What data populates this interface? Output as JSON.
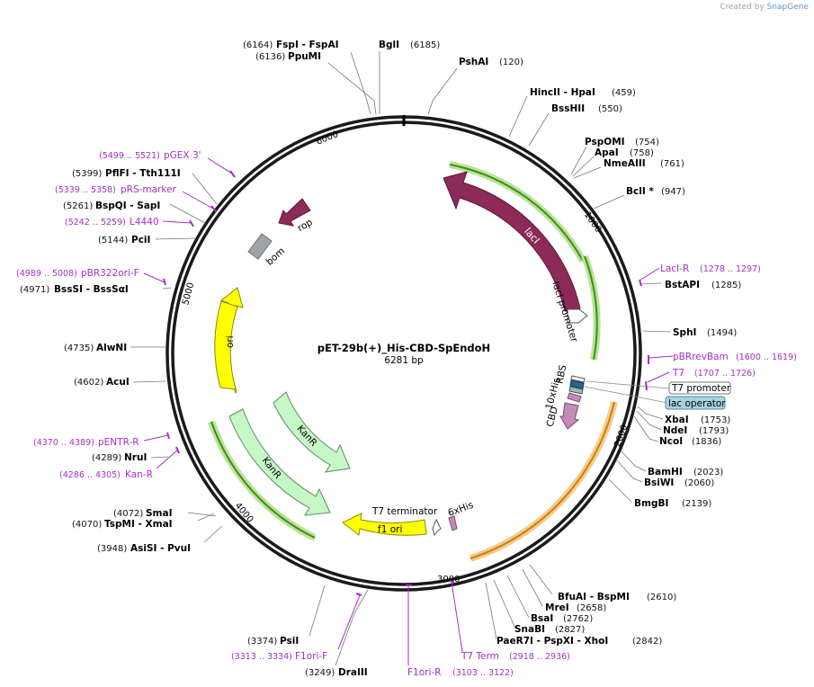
{
  "header": {
    "created_by": "Created by",
    "brand": "SnapGene"
  },
  "plasmid": {
    "name": "pET-29b(+)_His-CBD-SpEndoH",
    "size": "6281 bp",
    "length": 6281
  },
  "ring_ticks": [
    "1000",
    "2000",
    "3000",
    "4000",
    "5000",
    "6000"
  ],
  "colors": {
    "lacI": "#8c2a5a",
    "rop": "#8c2a5a",
    "bom": "#a0a4a8",
    "ori": "#ffff00",
    "f1ori": "#ffff00",
    "KanR": "#c6f7c6",
    "primer": "#a52fc4",
    "promoter": "#ffffff",
    "lac_operator": "#a7d3e0",
    "RBS": "#ffffff",
    "his": "#1f6b8a",
    "CBD": "#c38bb5",
    "green_band": "#4c9a1a",
    "orange_band": "#d9880f"
  },
  "features": {
    "lacI": "lacI",
    "lacI_promoter": "lacI promoter",
    "rop": "rop",
    "bom": "bom",
    "ori": "ori",
    "KanR_1": "KanR",
    "KanR_2": "KanR",
    "f1ori": "f1 ori",
    "T7_terminator": "T7 terminator",
    "sixxHis": "6xHis",
    "RBS": "RBS",
    "tenxHis": "10xHis",
    "CBD": "CBD",
    "T7_promoter": "T7 promoter",
    "lac_operator": "lac operator"
  },
  "enzymes": [
    {
      "id": "bgli",
      "name": "BglI",
      "pos": "(6185)"
    },
    {
      "id": "psh",
      "name": "PshAI",
      "pos": "(120)"
    },
    {
      "id": "hinc",
      "name": "HincII  -  HpaI",
      "pos": "(459)"
    },
    {
      "id": "bsshii",
      "name": "BssHII",
      "pos": "(550)"
    },
    {
      "id": "pspomi",
      "name": "PspOMI",
      "pos": "(754)"
    },
    {
      "id": "apai",
      "name": "ApaI",
      "pos": "(758)"
    },
    {
      "id": "nmeaiii",
      "name": "NmeAIII",
      "pos": "(761)"
    },
    {
      "id": "bcli",
      "name": "BclI *",
      "pos": "(947)"
    },
    {
      "id": "bstapi",
      "name": "BstAPI",
      "pos": "(1285)"
    },
    {
      "id": "sphi",
      "name": "SphI",
      "pos": "(1494)"
    },
    {
      "id": "xbai",
      "name": "XbaI",
      "pos": "(1753)"
    },
    {
      "id": "ndei",
      "name": "NdeI",
      "pos": "(1793)"
    },
    {
      "id": "ncoi",
      "name": "NcoI",
      "pos": "(1836)"
    },
    {
      "id": "bamhi",
      "name": "BamHI",
      "pos": "(2023)"
    },
    {
      "id": "bsiwi",
      "name": "BsiWI",
      "pos": "(2060)"
    },
    {
      "id": "bmgbi",
      "name": "BmgBI",
      "pos": "(2139)"
    },
    {
      "id": "bfuai",
      "name": "BfuAI  -  BspMI",
      "pos": "(2610)"
    },
    {
      "id": "mrei",
      "name": "MreI",
      "pos": "(2658)"
    },
    {
      "id": "bsai",
      "name": "BsaI",
      "pos": "(2762)"
    },
    {
      "id": "snabi",
      "name": "SnaBI",
      "pos": "(2827)"
    },
    {
      "id": "paer7i",
      "name": "PaeR7I  -  PspXI  -  XhoI",
      "pos": "(2842)"
    },
    {
      "id": "dra3",
      "name": "DraIII",
      "pos": "(3249)"
    },
    {
      "id": "psii",
      "name": "PsiI",
      "pos": "(3374)"
    },
    {
      "id": "asisi",
      "name": "AsiSI  -  PvuI",
      "pos": "(3948)"
    },
    {
      "id": "tspmi",
      "name": "TspMI  -  XmaI",
      "pos": "(4070)"
    },
    {
      "id": "smai",
      "name": "SmaI",
      "pos": "(4072)"
    },
    {
      "id": "nrui",
      "name": "NruI",
      "pos": "(4289)"
    },
    {
      "id": "acui",
      "name": "AcuI",
      "pos": "(4602)"
    },
    {
      "id": "alwni",
      "name": "AlwNI",
      "pos": "(4735)"
    },
    {
      "id": "bsssi",
      "name": "BssSI  -  BssSαI",
      "pos": "(4971)"
    },
    {
      "id": "pcii",
      "name": "PciI",
      "pos": "(5144)"
    },
    {
      "id": "bspqi",
      "name": "BspQI  -  SapI",
      "pos": "(5261)"
    },
    {
      "id": "pflfi",
      "name": "PflFI  -  Tth111I",
      "pos": "(5399)"
    },
    {
      "id": "ppumi",
      "name": "PpuMI",
      "pos": "(6136)"
    },
    {
      "id": "fspi",
      "name": "FspI  -  FspAI",
      "pos": "(6164)"
    }
  ],
  "primers": [
    {
      "id": "laci_r",
      "name": "LacI-R",
      "pos": "(1278 .. 1297)"
    },
    {
      "id": "pbrrev",
      "name": "pBRrevBam",
      "pos": "(1600 .. 1619)"
    },
    {
      "id": "t7",
      "name": "T7",
      "pos": "(1707 .. 1726)"
    },
    {
      "id": "t7term",
      "name": "T7 Term",
      "pos": "(2918 .. 2936)"
    },
    {
      "id": "f1orir",
      "name": "F1ori-R",
      "pos": "(3103 .. 3122)"
    },
    {
      "id": "f1orif",
      "name": "F1ori-F",
      "pos": "(3313 .. 3334)"
    },
    {
      "id": "kanr",
      "name": "Kan-R",
      "pos": "(4286 .. 4305)"
    },
    {
      "id": "pentr",
      "name": "pENTR-R",
      "pos": "(4370 .. 4389)"
    },
    {
      "id": "pbr322",
      "name": "pBR322ori-F",
      "pos": "(4989 .. 5008)"
    },
    {
      "id": "l4440",
      "name": "L4440",
      "pos": "(5242 .. 5259)"
    },
    {
      "id": "prs",
      "name": "pRS-marker",
      "pos": "(5339 .. 5358)"
    },
    {
      "id": "pgex",
      "name": "pGEX 3'",
      "pos": "(5499 .. 5521)"
    }
  ]
}
